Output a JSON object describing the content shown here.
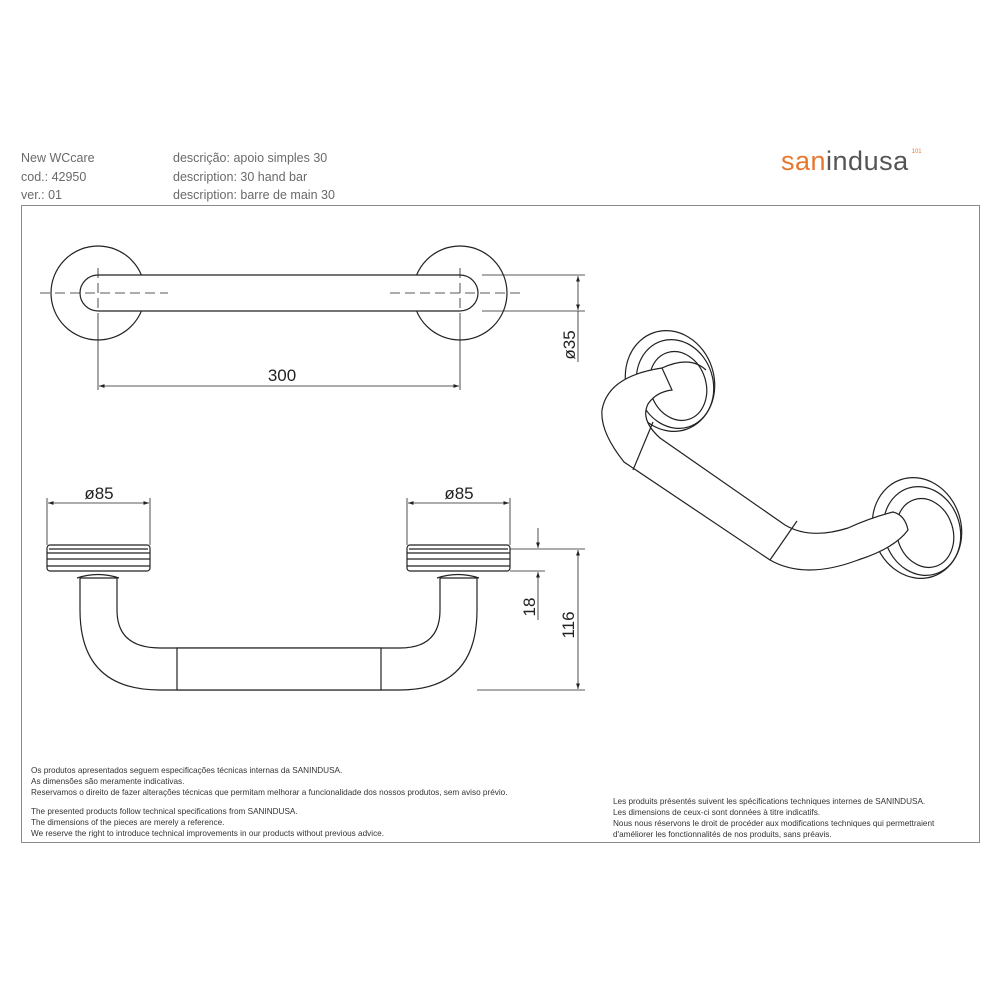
{
  "header": {
    "series": "New WCcare",
    "code": "cod.: 42950",
    "version": "ver.: 01",
    "desc_pt": "descrição: apoio simples 30",
    "desc_en": "description: 30 hand bar",
    "desc_fr": "description: barre de main 30"
  },
  "logo": {
    "prefix": "san",
    "suffix": "indusa",
    "mark": "101"
  },
  "dimensions": {
    "length": "300",
    "tube_diameter": "ø35",
    "flange_left": "ø85",
    "flange_right": "ø85",
    "flange_height": "18",
    "projection": "116"
  },
  "notes": {
    "pt": [
      "Os produtos apresentados seguem especificações técnicas internas da SANINDUSA.",
      "As dimensões são meramente indicativas.",
      "Reservamos o direito de fazer alterações técnicas que permitam melhorar a funcionalidade dos nossos produtos, sem aviso prévio."
    ],
    "en": [
      "The presented products follow technical specifications from SANINDUSA.",
      "The dimensions of the pieces are merely a reference.",
      "We reserve the right to introduce technical improvements in our products without previous advice."
    ],
    "fr": [
      "Les produits présentés suivent les spécifications techniques internes de SANINDUSA.",
      "Les dimensions de ceux-ci sont données à titre indicatifs.",
      "Nous nous réservons le droit de procéder aux modifications techniques qui permettraient",
      "d'améliorer les fonctionnalités de nos produits, sans préavis."
    ]
  },
  "colors": {
    "line": "#222222",
    "frame": "#8a8a8a",
    "accent": "#e8772e"
  }
}
